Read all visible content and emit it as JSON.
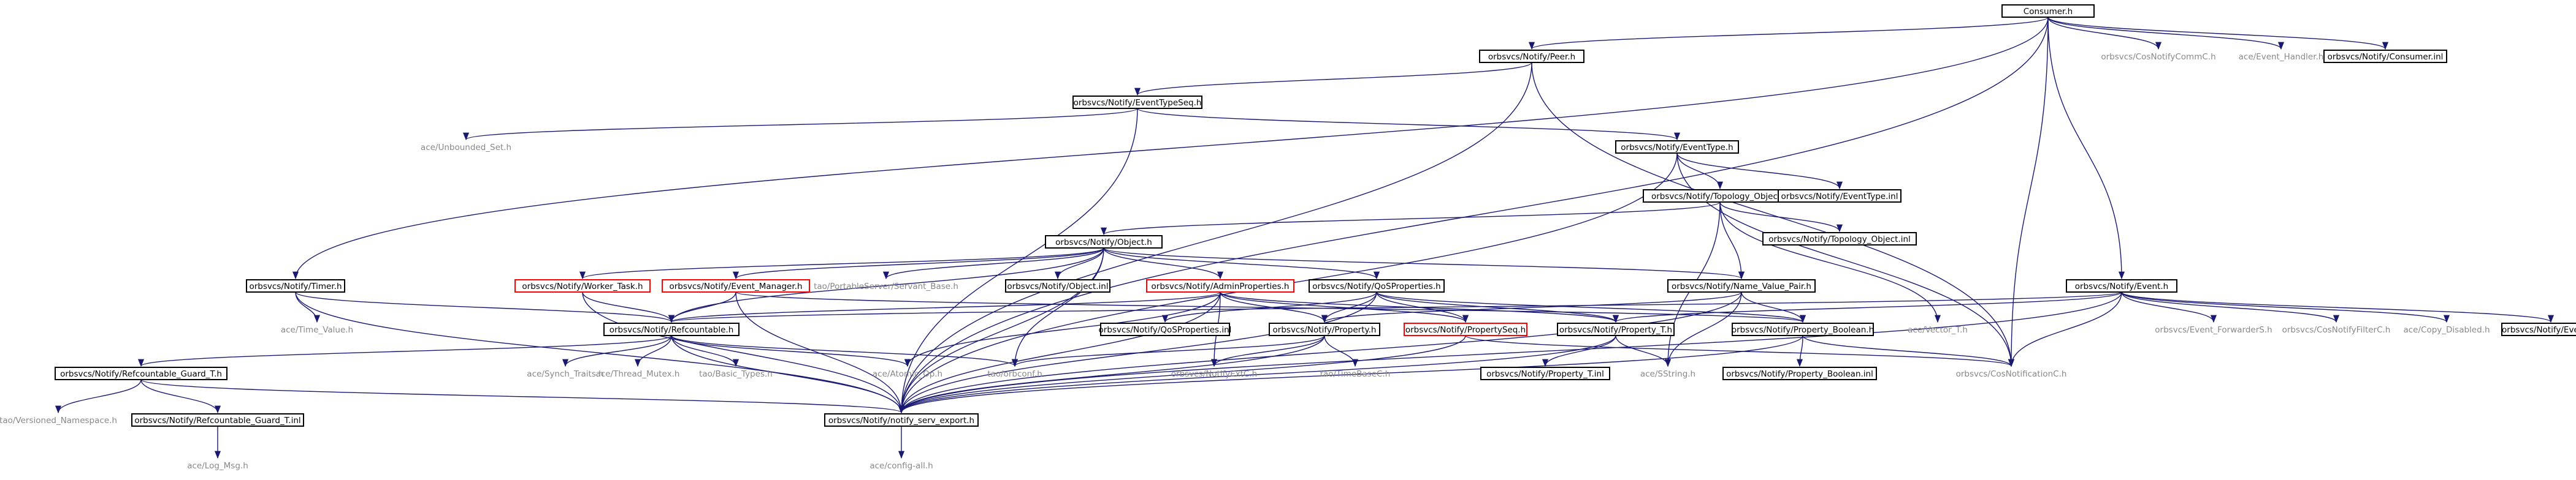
{
  "colors": {
    "edge": "#191970",
    "box_border_black": "#000000",
    "box_border_red": "#ff0000",
    "root_fill": "#bfbfbf",
    "plain_text": "#888888"
  },
  "nodes": [
    {
      "id": "consumer_h",
      "label": "Consumer.h",
      "style": "root"
    },
    {
      "id": "peer_h",
      "label": "orbsvcs/Notify/Peer.h",
      "style": "box"
    },
    {
      "id": "cosnotifycommc_h",
      "label": "orbsvcs/CosNotifyCommC.h",
      "style": "plain"
    },
    {
      "id": "event_handler_h",
      "label": "ace/Event_Handler.h",
      "style": "plain"
    },
    {
      "id": "consumer_inl",
      "label": "orbsvcs/Notify/Consumer.inl",
      "style": "box"
    },
    {
      "id": "eventtypeseq_h",
      "label": "orbsvcs/Notify/EventTypeSeq.h",
      "style": "box"
    },
    {
      "id": "unbounded_set_h",
      "label": "ace/Unbounded_Set.h",
      "style": "plain"
    },
    {
      "id": "eventtype_h",
      "label": "orbsvcs/Notify/EventType.h",
      "style": "box"
    },
    {
      "id": "topology_object_h",
      "label": "orbsvcs/Notify/Topology_Object.h",
      "style": "box"
    },
    {
      "id": "eventtype_inl",
      "label": "orbsvcs/Notify/EventType.inl",
      "style": "box"
    },
    {
      "id": "topology_object_inl",
      "label": "orbsvcs/Notify/Topology_Object.inl",
      "style": "box"
    },
    {
      "id": "object_h",
      "label": "orbsvcs/Notify/Object.h",
      "style": "box"
    },
    {
      "id": "timer_h",
      "label": "orbsvcs/Notify/Timer.h",
      "style": "box"
    },
    {
      "id": "worker_task_h",
      "label": "orbsvcs/Notify/Worker_Task.h",
      "style": "red"
    },
    {
      "id": "event_manager_h",
      "label": "orbsvcs/Notify/Event_Manager.h",
      "style": "red"
    },
    {
      "id": "portableserver_servant_base_h",
      "label": "tao/PortableServer/Servant_Base.h",
      "style": "plain"
    },
    {
      "id": "object_inl",
      "label": "orbsvcs/Notify/Object.inl",
      "style": "box"
    },
    {
      "id": "adminproperties_h",
      "label": "orbsvcs/Notify/AdminProperties.h",
      "style": "red"
    },
    {
      "id": "qosproperties_h",
      "label": "orbsvcs/Notify/QoSProperties.h",
      "style": "box"
    },
    {
      "id": "name_value_pair_h",
      "label": "orbsvcs/Notify/Name_Value_Pair.h",
      "style": "box"
    },
    {
      "id": "event_h",
      "label": "orbsvcs/Notify/Event.h",
      "style": "box"
    },
    {
      "id": "time_value_h",
      "label": "ace/Time_Value.h",
      "style": "plain"
    },
    {
      "id": "refcountable_h",
      "label": "orbsvcs/Notify/Refcountable.h",
      "style": "box"
    },
    {
      "id": "qosproperties_inl",
      "label": "orbsvcs/Notify/QoSProperties.inl",
      "style": "box"
    },
    {
      "id": "property_h",
      "label": "orbsvcs/Notify/Property.h",
      "style": "box"
    },
    {
      "id": "propertyseq_h",
      "label": "orbsvcs/Notify/PropertySeq.h",
      "style": "red"
    },
    {
      "id": "property_t_h",
      "label": "orbsvcs/Notify/Property_T.h",
      "style": "box"
    },
    {
      "id": "property_boolean_h",
      "label": "orbsvcs/Notify/Property_Boolean.h",
      "style": "box"
    },
    {
      "id": "vector_t_h",
      "label": "ace/Vector_T.h",
      "style": "plain"
    },
    {
      "id": "event_forwarders_h",
      "label": "orbsvcs/Event_ForwarderS.h",
      "style": "plain"
    },
    {
      "id": "cosnotifyfilterc_h",
      "label": "orbsvcs/CosNotifyFilterC.h",
      "style": "plain"
    },
    {
      "id": "copy_disabled_h",
      "label": "ace/Copy_Disabled.h",
      "style": "plain"
    },
    {
      "id": "event_inl",
      "label": "orbsvcs/Notify/Event.inl",
      "style": "box"
    },
    {
      "id": "refcountable_guard_t_h",
      "label": "orbsvcs/Notify/Refcountable_Guard_T.h",
      "style": "box"
    },
    {
      "id": "synch_traits_h",
      "label": "ace/Synch_Traits.h",
      "style": "plain"
    },
    {
      "id": "thread_mutex_h",
      "label": "ace/Thread_Mutex.h",
      "style": "plain"
    },
    {
      "id": "basic_types_h",
      "label": "tao/Basic_Types.h",
      "style": "plain"
    },
    {
      "id": "atomic_op_h",
      "label": "ace/Atomic_Op.h",
      "style": "plain"
    },
    {
      "id": "orbconf_h",
      "label": "tao/orbconf.h",
      "style": "plain"
    },
    {
      "id": "cosnotifyc_h",
      "label": "orbsvcs/NotifyExtC.h",
      "style": "plain"
    },
    {
      "id": "timebasec_h",
      "label": "tao/TimeBaseC.h",
      "style": "plain"
    },
    {
      "id": "sstring_h",
      "label": "ace/SString.h",
      "style": "plain"
    },
    {
      "id": "property_t_inl",
      "label": "orbsvcs/Notify/Property_T.inl",
      "style": "box"
    },
    {
      "id": "property_boolean_inl",
      "label": "orbsvcs/Notify/Property_Boolean.inl",
      "style": "box"
    },
    {
      "id": "cosnotificationc_h",
      "label": "orbsvcs/CosNotificationC.h",
      "style": "plain"
    },
    {
      "id": "versioned_namespace_h",
      "label": "tao/Versioned_Namespace.h",
      "style": "plain"
    },
    {
      "id": "refcountable_guard_t_inl",
      "label": "orbsvcs/Notify/Refcountable_Guard_T.inl",
      "style": "box"
    },
    {
      "id": "notify_serv_export_h",
      "label": "orbsvcs/Notify/notify_serv_export.h",
      "style": "box"
    },
    {
      "id": "log_msg_h",
      "label": "ace/Log_Msg.h",
      "style": "plain"
    },
    {
      "id": "config_all_h",
      "label": "ace/config-all.h",
      "style": "plain"
    }
  ]
}
